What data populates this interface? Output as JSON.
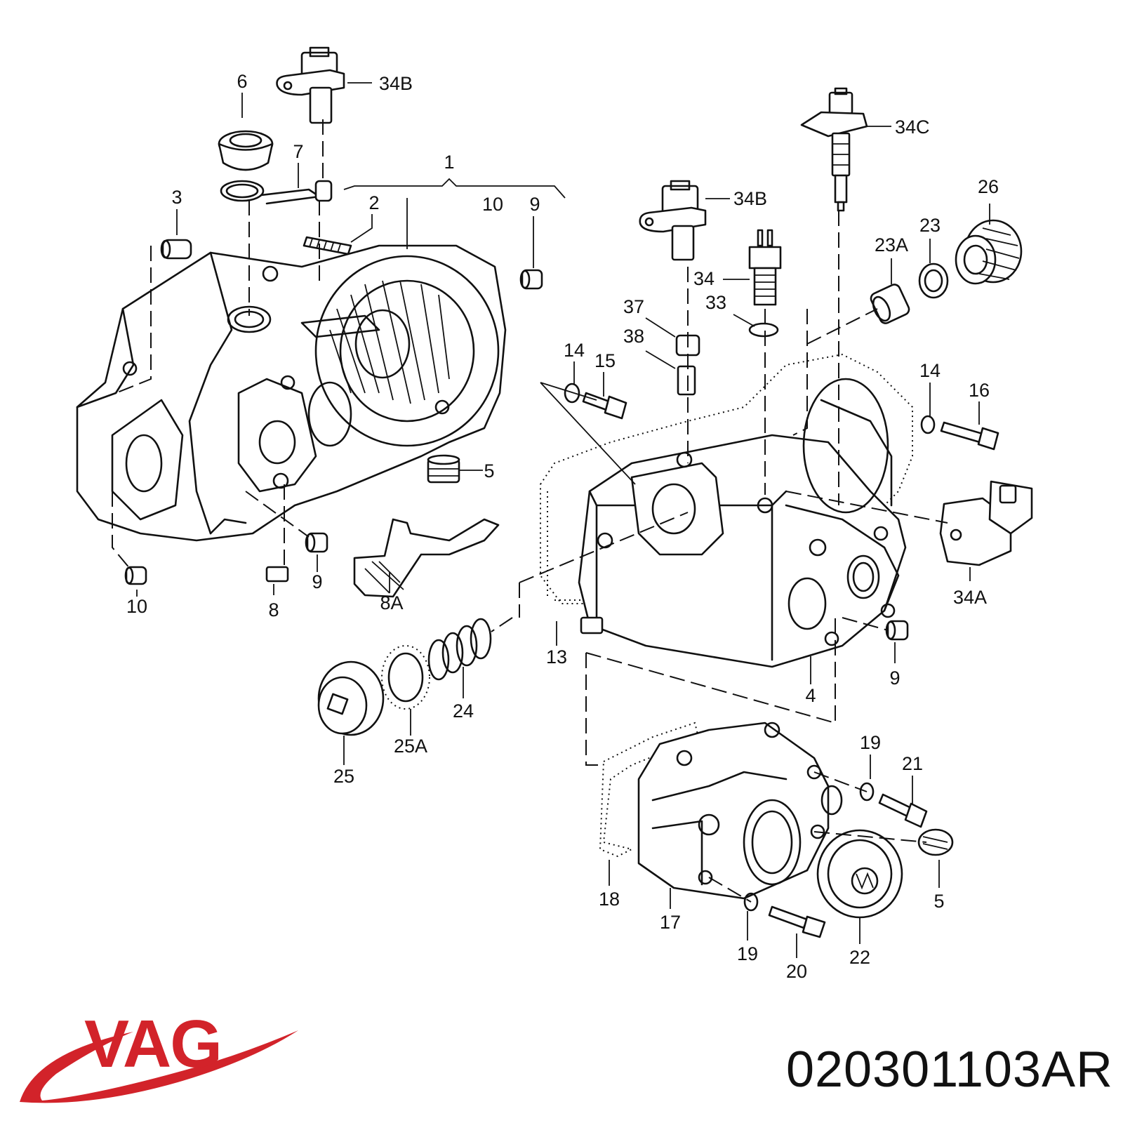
{
  "diagram": {
    "callouts": [
      {
        "id": "c6",
        "text": "6"
      },
      {
        "id": "c34b-top",
        "text": "34B"
      },
      {
        "id": "c7",
        "text": "7"
      },
      {
        "id": "c1",
        "text": "1"
      },
      {
        "id": "c2",
        "text": "2"
      },
      {
        "id": "c10-top",
        "text": "10"
      },
      {
        "id": "c9-top",
        "text": "9"
      },
      {
        "id": "c3",
        "text": "3"
      },
      {
        "id": "c5-left",
        "text": "5"
      },
      {
        "id": "c10-bottom",
        "text": "10"
      },
      {
        "id": "c8",
        "text": "8"
      },
      {
        "id": "c9-left",
        "text": "9"
      },
      {
        "id": "c8a",
        "text": "8A"
      },
      {
        "id": "c34c",
        "text": "34C"
      },
      {
        "id": "c34b-mid",
        "text": "34B"
      },
      {
        "id": "c26",
        "text": "26"
      },
      {
        "id": "c23",
        "text": "23"
      },
      {
        "id": "c23a",
        "text": "23A"
      },
      {
        "id": "c34",
        "text": "34"
      },
      {
        "id": "c33",
        "text": "33"
      },
      {
        "id": "c37",
        "text": "37"
      },
      {
        "id": "c38",
        "text": "38"
      },
      {
        "id": "c14-left",
        "text": "14"
      },
      {
        "id": "c15",
        "text": "15"
      },
      {
        "id": "c14-right",
        "text": "14"
      },
      {
        "id": "c16",
        "text": "16"
      },
      {
        "id": "c34a",
        "text": "34A"
      },
      {
        "id": "c13",
        "text": "13"
      },
      {
        "id": "c4",
        "text": "4"
      },
      {
        "id": "c9-right",
        "text": "9"
      },
      {
        "id": "c24",
        "text": "24"
      },
      {
        "id": "c25a",
        "text": "25A"
      },
      {
        "id": "c25",
        "text": "25"
      },
      {
        "id": "c19-top",
        "text": "19"
      },
      {
        "id": "c21",
        "text": "21"
      },
      {
        "id": "c5-right",
        "text": "5"
      },
      {
        "id": "c18",
        "text": "18"
      },
      {
        "id": "c17",
        "text": "17"
      },
      {
        "id": "c19-bottom",
        "text": "19"
      },
      {
        "id": "c20",
        "text": "20"
      },
      {
        "id": "c22",
        "text": "22"
      }
    ]
  },
  "brand": {
    "logo_text": "VAG",
    "logo_color": "#d2232a"
  },
  "part_number": "020301103AR"
}
